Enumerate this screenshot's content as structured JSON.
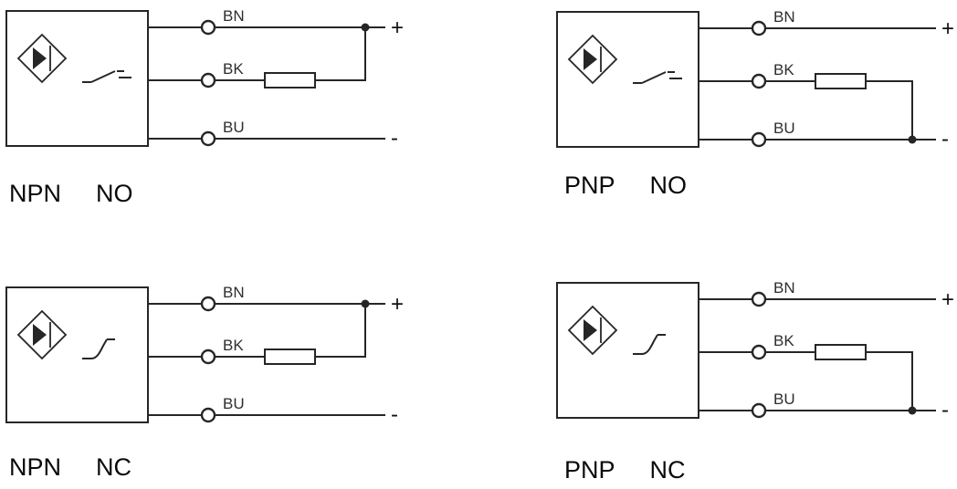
{
  "colors": {
    "line": "#262626",
    "background": "#ffffff"
  },
  "icons": {
    "sensor": "proximity-sensor-diamond-icon",
    "switch_no": "normally-open-switch-icon",
    "switch_nc": "normally-closed-switch-icon",
    "load": "load-resistor-icon"
  },
  "diagrams": [
    {
      "id": "npn-no",
      "caption_type": "NPN",
      "caption_logic": "NO",
      "wire_top": "BN",
      "wire_mid": "BK",
      "wire_bottom": "BU",
      "positive": "+",
      "negative": "-"
    },
    {
      "id": "pnp-no",
      "caption_type": "PNP",
      "caption_logic": "NO",
      "wire_top": "BN",
      "wire_mid": "BK",
      "wire_bottom": "BU",
      "positive": "+",
      "negative": "-"
    },
    {
      "id": "npn-nc",
      "caption_type": "NPN",
      "caption_logic": "NC",
      "wire_top": "BN",
      "wire_mid": "BK",
      "wire_bottom": "BU",
      "positive": "+",
      "negative": "-"
    },
    {
      "id": "pnp-nc",
      "caption_type": "PNP",
      "caption_logic": "NC",
      "wire_top": "BN",
      "wire_mid": "BK",
      "wire_bottom": "BU",
      "positive": "+",
      "negative": "-"
    }
  ]
}
